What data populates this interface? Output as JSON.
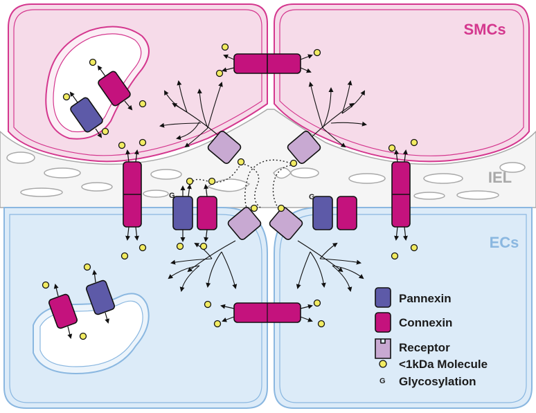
{
  "labels": {
    "smcs": "SMCs",
    "iel": "IEL",
    "ecs": "ECs"
  },
  "legend": {
    "items": [
      {
        "key": "pannexin",
        "label": "Pannexin",
        "color": "#5d5aa8"
      },
      {
        "key": "connexin",
        "label": "Connexin",
        "color": "#c4127d"
      },
      {
        "key": "receptor",
        "label": "Receptor",
        "color": "#c8a9d2"
      },
      {
        "key": "molecule",
        "label": "<1kDa Molecule",
        "color": "#f2ec63"
      },
      {
        "key": "glycosylation",
        "label": "Glycosylation",
        "glyph": "G"
      }
    ]
  },
  "glyph": {
    "glycosylation": "G"
  },
  "colors": {
    "smc_fill": "#f6dbe9",
    "smc_border": "#d4378e",
    "ec_fill": "#dcebf8",
    "ec_border": "#8ab7e0",
    "iel_fill": "#f5f5f5",
    "iel_stroke": "#a8a8a8",
    "pannexin": "#5d5aa8",
    "connexin": "#c4127d",
    "receptor": "#c8a9d2",
    "molecule": "#f2ec63"
  }
}
